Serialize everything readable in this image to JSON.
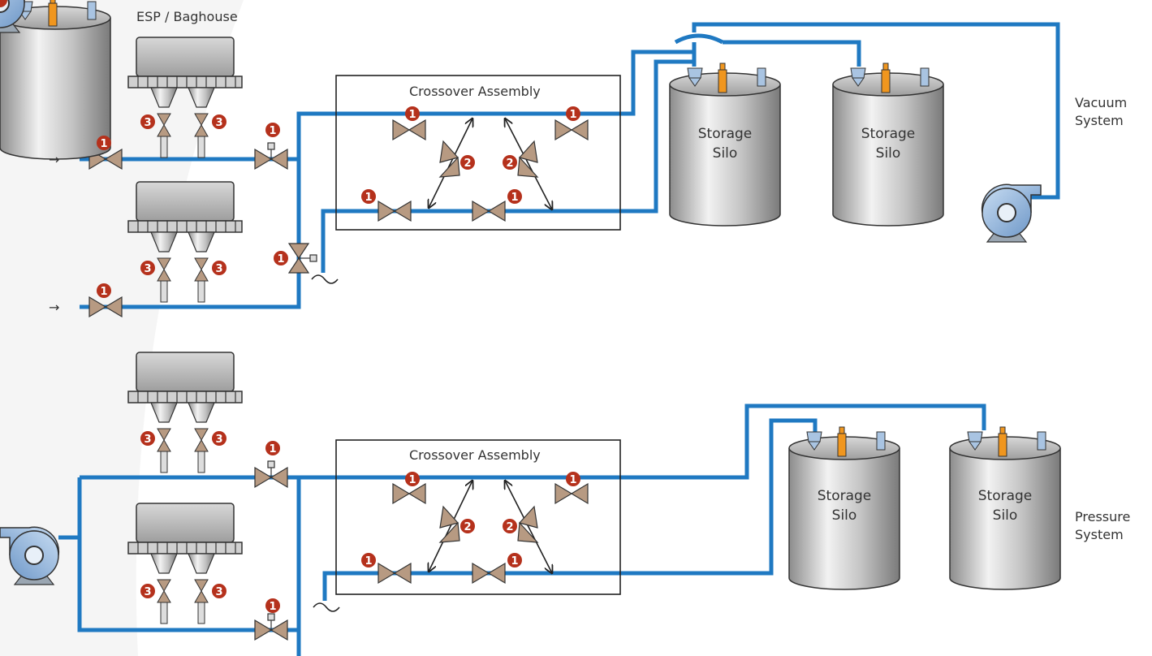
{
  "labels": {
    "esp_baghouse": "ESP / Baghouse",
    "crossover_top": "Crossover Assembly",
    "crossover_bottom": "Crossover Assembly",
    "vacuum_line1": "Vacuum",
    "vacuum_line2": "System",
    "pressure_line1": "Pressure",
    "pressure_line2": "System",
    "silo_line1": "Storage",
    "silo_line2": "Silo",
    "inlet_arrow": "→"
  },
  "badges": {
    "one": "1",
    "two": "2",
    "three": "3"
  },
  "colors": {
    "pipe": "#1f79c2",
    "valve": "#b79a82",
    "badge": "#b5311c",
    "tank": "#a9a9a9",
    "fan": "#8fb3d9",
    "level_sensor": "#f0961e"
  },
  "icons": {
    "valve": "butterfly-valve-icon",
    "fan": "blower-icon",
    "silo": "storage-silo-icon",
    "hopper": "esp-hopper-icon"
  }
}
